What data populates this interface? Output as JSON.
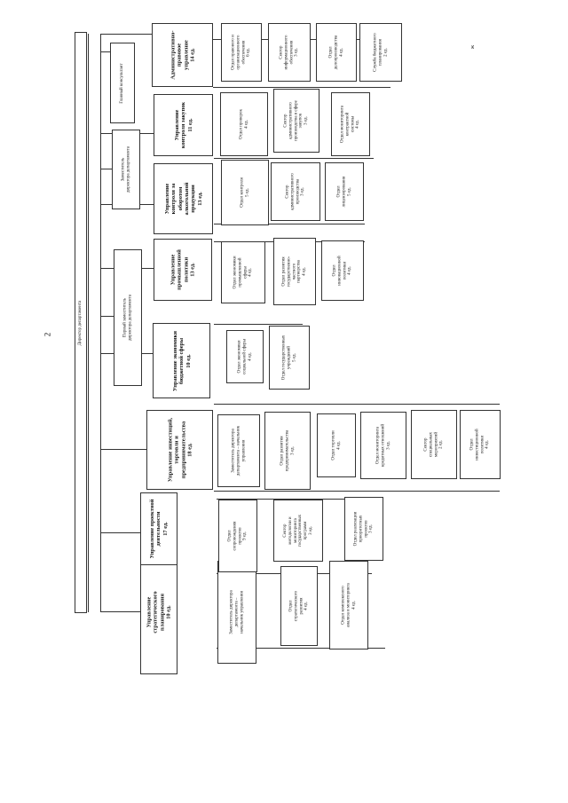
{
  "page_number": "2",
  "corner_mark": "ж",
  "director": "Директор департамента",
  "chief_consultant": "Главный консультант",
  "deputy_director": "Заместитель\nдиректора департамента",
  "first_deputy": "Первый заместитель\nдиректора департамента",
  "departments": [
    {
      "name": "Управление\nстратегического\nпланирования\n10 ед.",
      "subunits": [
        "Заместитель директора\nдепартамента –\nначальник управления",
        "Отдел\nстратегического\nразвития\n4 ед.",
        "Отдел комплексного\nанализа и мониторинга\n4 ед."
      ]
    },
    {
      "name": "Управление проектной\nдеятельности\n17 ед.",
      "subunits": [
        "Отдел\nсопровождения\nпроектов\n9 ед.",
        "Сектор\nметодологии и\nмониторинга\nгосударственных\nпрограмм\n3 ед.",
        "Отдел реализации\nприоритетных\nпроектов\n3 ед."
      ]
    },
    {
      "name": "Управление инвестиций,\nторговли и\nпредпринимательства\n18 ед.",
      "subunits": [
        "Заместитель директора\nдепартамента – начальник\nуправления",
        "Отдел развития\nпредпринимательства\n3 ед.",
        "Отдел торговли\n4 ед.",
        "Отдел мониторинга\nкредитных отношений\n3 ед.",
        "Сектор\nспециальных\nмероприятий\n2 ед.",
        "Отдел\nинвестиционной\nполитики\n4 ед."
      ]
    },
    {
      "name": "Управление экономики\nбюджетной сферы\n10 ед.",
      "subunits": [
        "Отдел экономики\nсоциальной сферы\n4 ед.",
        "Отдел государственных\nучреждений\n5 ед."
      ]
    },
    {
      "name": "Управление\nпромышленной\nполитики\n13 ед.",
      "subunits": [
        "Отдел экономики\nпромышленной\nсферы\n4 ед.",
        "Отдел развития\nгосударственно-\nчастного\nпартнерства\n4 ед.",
        "Отдел\nинновационной\nполитики\n4 ед."
      ]
    },
    {
      "name": "Управление\nконтроля за\nоборотом\nалкогольной\nпродукции\n13 ед.",
      "subunits": [
        "Отдел контроля\n5 ед.",
        "Сектор\nадминистративного\nпроизводства\n3 ед.",
        "Отдел\nлицензирования\n5 ед."
      ]
    },
    {
      "name": "Управление\nконтроля закупок\n11 ед.",
      "subunits": [
        "Отдел проверок\n4 ед.",
        "Сектор\nадминистративного\nпроизводства в сфере\nзакупок\n3 ед.",
        "Отдел мониторинга\nконтрактной\nсистемы\n4 ед."
      ]
    },
    {
      "name": "Административно-\nправовое\nуправление\n14 ед.",
      "subunits": [
        "Отдел правового и\nорганизационного\nобеспечения\n6 ед.",
        "Сектор\nинформационного\nобеспечения\n3 ед.",
        "Отдел\nделопроизводства\n4 ед.",
        "Служба бюджетного\nпланирования\n2 ед."
      ]
    }
  ]
}
